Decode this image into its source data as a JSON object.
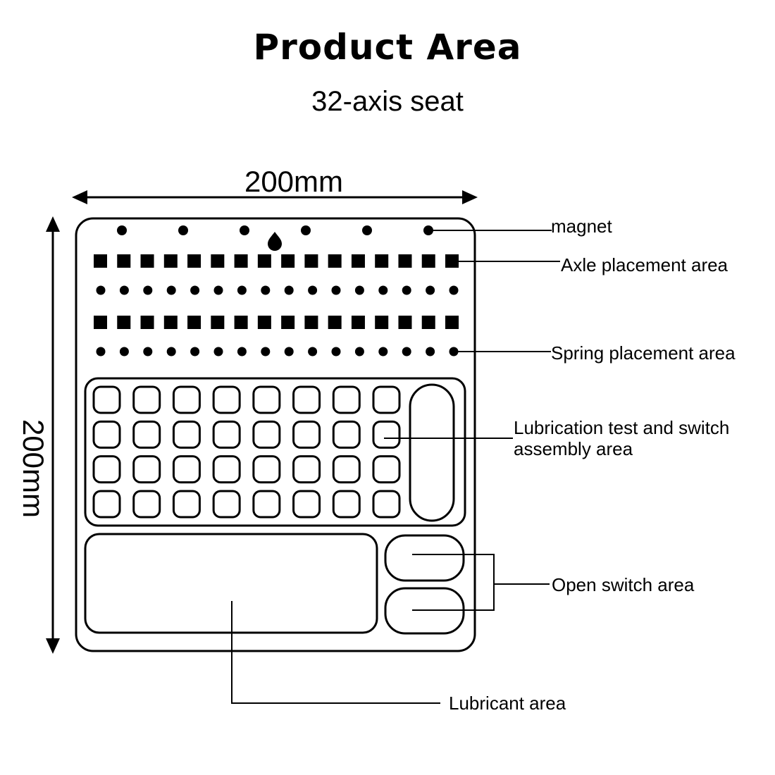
{
  "title": "Product Area",
  "subtitle": "32-axis seat",
  "dimensions": {
    "width": "200mm",
    "height": "200mm"
  },
  "labels": {
    "magnet": "magnet",
    "axle": "Axle placement area",
    "spring": "Spring placement area",
    "lube_test_line1": "Lubrication test and switch",
    "lube_test_line2": "assembly area",
    "open_switch": "Open switch area",
    "lubricant": "Lubricant area"
  },
  "counts": {
    "magnets": 6,
    "axle_squares_per_row": 16,
    "axle_rows": 2,
    "spring_dots_per_row": 16,
    "spring_rows": 2,
    "switch_grid_columns": 8,
    "switch_grid_rows": 4
  },
  "colors": {
    "stroke": "#000000",
    "background": "#ffffff"
  }
}
